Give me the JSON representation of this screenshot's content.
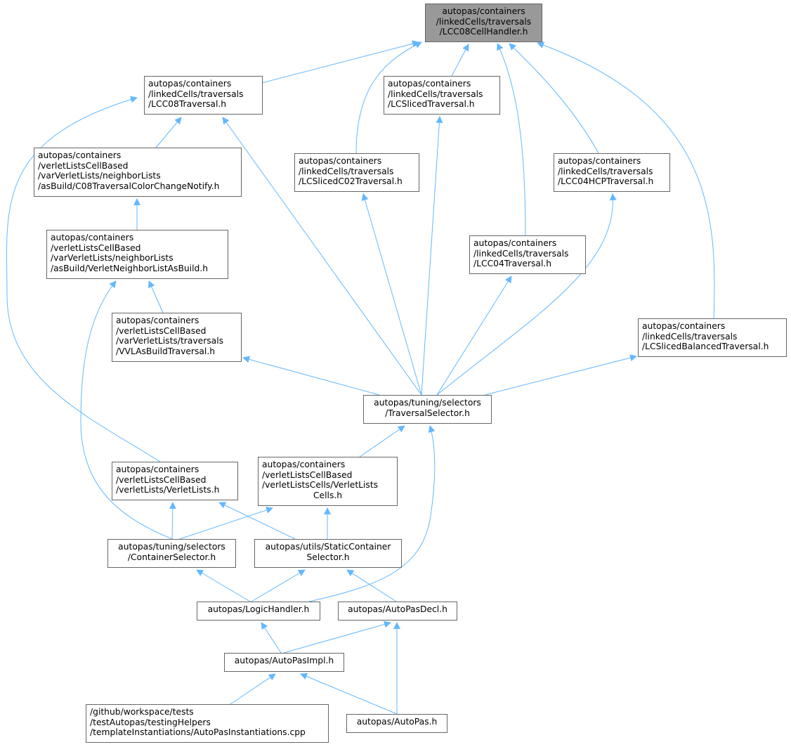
{
  "colors": {
    "edge": "#63b8ff",
    "border": "#666666",
    "root_fill": "#999999",
    "node_fill": "#ffffff"
  },
  "nodes": {
    "n_root": {
      "lines": [
        "autopas/containers",
        "/linkedCells/traversals",
        "/LCC08CellHandler.h"
      ],
      "is_root": true
    },
    "n_lcc08": {
      "lines": [
        "autopas/containers",
        "/linkedCells/traversals",
        "/LCC08Traversal.h"
      ]
    },
    "n_lcsliced": {
      "lines": [
        "autopas/containers",
        "/linkedCells/traversals",
        "/LCSlicedTraversal.h"
      ]
    },
    "n_c08color": {
      "lines": [
        "autopas/containers",
        "/verletListsCellBased",
        "/varVerletLists/neighborLists",
        "/asBuild/C08TraversalColorChangeNotify.h"
      ]
    },
    "n_lcslicedc02": {
      "lines": [
        "autopas/containers",
        "/linkedCells/traversals",
        "/LCSlicedC02Traversal.h"
      ]
    },
    "n_lcc04hcp": {
      "lines": [
        "autopas/containers",
        "/linkedCells/traversals",
        "/LCC04HCPTraversal.h"
      ]
    },
    "n_verletnl": {
      "lines": [
        "autopas/containers",
        "/verletListsCellBased",
        "/varVerletLists/neighborLists",
        "/asBuild/VerletNeighborListAsBuild.h"
      ]
    },
    "n_lcc04": {
      "lines": [
        "autopas/containers",
        "/linkedCells/traversals",
        "/LCC04Traversal.h"
      ]
    },
    "n_vvl": {
      "lines": [
        "autopas/containers",
        "/verletListsCellBased",
        "/varVerletLists/traversals",
        "/VVLAsBuildTraversal.h"
      ]
    },
    "n_lcslicedbal": {
      "lines": [
        "autopas/containers",
        "/linkedCells/traversals",
        "/LCSlicedBalancedTraversal.h"
      ]
    },
    "n_travsel": {
      "lines": [
        "autopas/tuning/selectors",
        "/TraversalSelector.h"
      ]
    },
    "n_verletlists": {
      "lines": [
        "autopas/containers",
        "/verletListsCellBased",
        "/verletLists/VerletLists.h"
      ]
    },
    "n_vlcells": {
      "lines": [
        "autopas/containers",
        "/verletListsCellBased",
        "/verletListsCells/VerletLists",
        "Cells.h"
      ]
    },
    "n_contsel": {
      "lines": [
        "autopas/tuning/selectors",
        "/ContainerSelector.h"
      ]
    },
    "n_staticcont": {
      "lines": [
        "autopas/utils/StaticContainer",
        "Selector.h"
      ]
    },
    "n_logic": {
      "lines": [
        "autopas/LogicHandler.h"
      ]
    },
    "n_decl": {
      "lines": [
        "autopas/AutoPasDecl.h"
      ]
    },
    "n_impl": {
      "lines": [
        "autopas/AutoPasImpl.h"
      ]
    },
    "n_inst": {
      "lines": [
        "/github/workspace/tests",
        "/testAutopas/testingHelpers",
        "/templateInstantiations/AutoPasInstantiations.cpp"
      ]
    },
    "n_autopas": {
      "lines": [
        "autopas/AutoPas.h"
      ]
    }
  }
}
